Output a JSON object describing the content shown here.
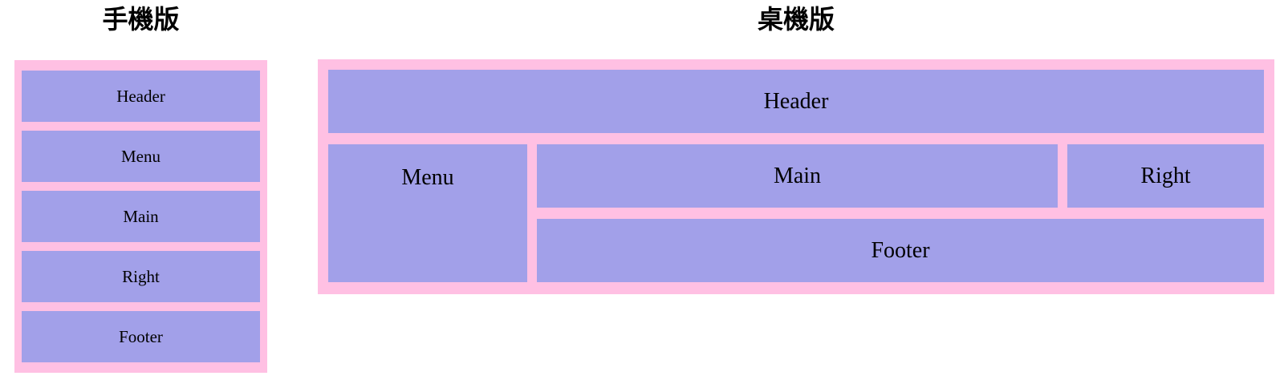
{
  "colors": {
    "panel_pink": "#ffc0e3",
    "box_purple": "#a2a0e9",
    "text": "#000000",
    "background": "#ffffff"
  },
  "mobile": {
    "title": "手機版",
    "boxes": [
      "Header",
      "Menu",
      "Main",
      "Right",
      "Footer"
    ]
  },
  "desktop": {
    "title": "桌機版",
    "regions": {
      "header": "Header",
      "menu": "Menu",
      "main": "Main",
      "right": "Right",
      "footer": "Footer"
    }
  }
}
